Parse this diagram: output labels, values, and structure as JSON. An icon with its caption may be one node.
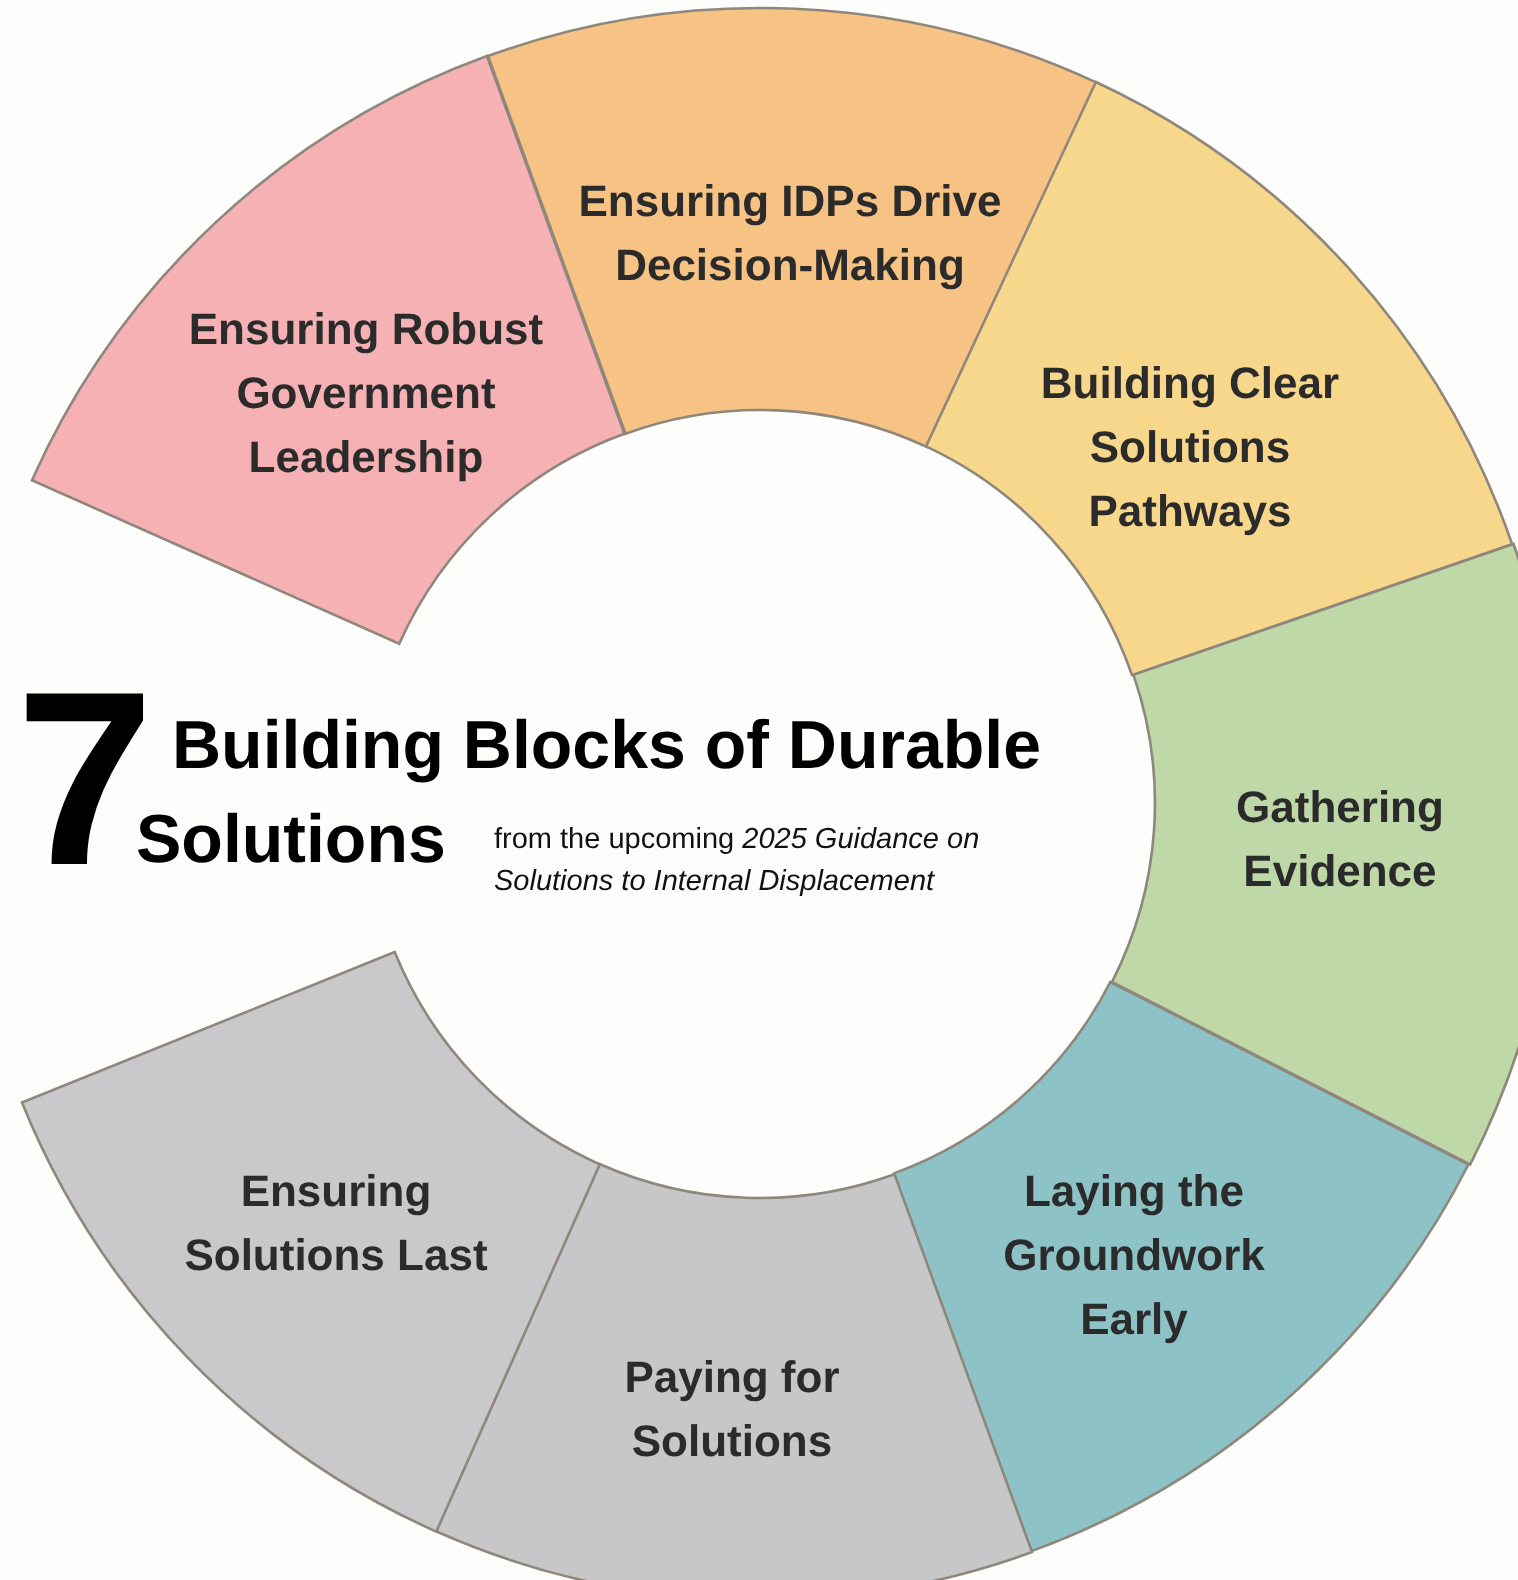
{
  "diagram": {
    "title": "Building Blocks of Durable Solutions",
    "nodes": [
      {
        "text": [
          "Ensuring Robust Government Leadership"
        ]
      },
      {
        "text": [
          "Ensuring IDPs Drive Decision-Making"
        ]
      },
      {
        "text": [
          "Building Clear Solutions Pathways"
        ]
      },
      {
        "text": [
          "Gathering Evidence"
        ]
      },
      {
        "text": [
          "Laying the Groundwork Early"
        ]
      },
      {
        "text": [
          "Paying for Solutions"
        ]
      },
      {
        "text": [
          "Ensuring Solutions Last"
        ]
      }
    ],
    "labels": [
      "7",
      "from the upcoming *2025 Guidance on Solutions to Internal Displacement*"
    ]
  }
}
